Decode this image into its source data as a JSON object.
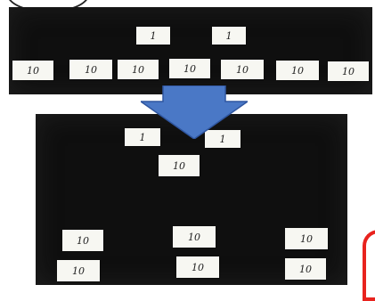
{
  "colors": {
    "board": "#0f0f0f",
    "card": "#f7f7f2",
    "arrow": "#4a78c6",
    "arrow_edge": "#2f56a0",
    "mark": "#e8231e"
  },
  "top_panel": {
    "ones": [
      "1",
      "1"
    ],
    "tens": [
      "10",
      "10",
      "10",
      "10",
      "10",
      "10",
      "10"
    ]
  },
  "bottom_panel": {
    "ones": [
      "1",
      "1"
    ],
    "tens": [
      "10",
      "10",
      "10",
      "10",
      "10",
      "10",
      "10"
    ]
  },
  "icons": {
    "arrow": "down-arrow-icon"
  }
}
